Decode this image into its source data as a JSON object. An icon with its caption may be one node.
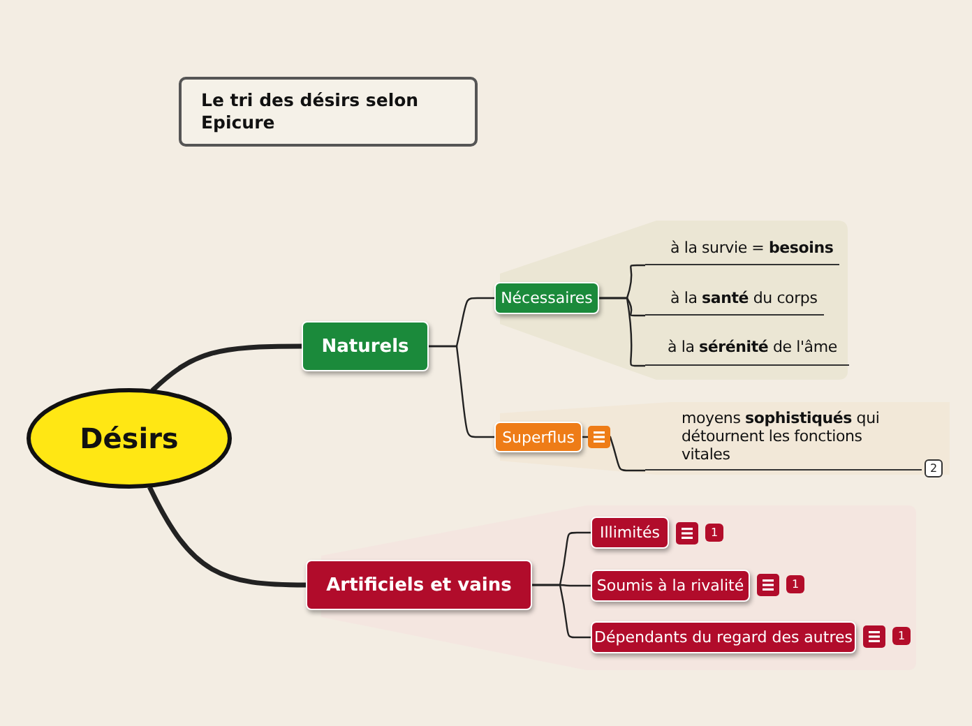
{
  "diagram": {
    "nodes": [
      {
        "text": [
          "Le tri des désirs selon Epicure"
        ]
      },
      {
        "text": [
          "Désirs"
        ]
      },
      {
        "text": [
          "Naturels"
        ]
      },
      {
        "text": [
          "Nécessaires"
        ]
      },
      {
        "text": [
          "à la survie = **besoins**"
        ]
      },
      {
        "text": [
          "à la **santé** du corps"
        ]
      },
      {
        "text": [
          "à la **sérénité** de l'âme"
        ]
      },
      {
        "text": [
          "Superflus"
        ]
      },
      {
        "text": [
          "moyens **sophistiqués** qui détournent les fonctions vitales"
        ]
      },
      {
        "text": [
          "Artificiels et vains"
        ]
      },
      {
        "text": [
          "Illimités"
        ]
      },
      {
        "text": [
          "Soumis à la rivalité"
        ]
      },
      {
        "text": [
          "Dépendants du regard des autres"
        ]
      }
    ],
    "labels": [
      "2",
      "1",
      "1",
      "1"
    ],
    "edges": [
      {
        "from": 1,
        "to": 2,
        "arrow": "none",
        "style": "thick"
      },
      {
        "from": 1,
        "to": 9,
        "arrow": "none",
        "style": "thick"
      },
      {
        "from": 2,
        "to": 3,
        "arrow": "none"
      },
      {
        "from": 2,
        "to": 7,
        "arrow": "none"
      },
      {
        "from": 3,
        "to": 4,
        "arrow": "none"
      },
      {
        "from": 3,
        "to": 5,
        "arrow": "none"
      },
      {
        "from": 3,
        "to": 6,
        "arrow": "none"
      },
      {
        "from": 7,
        "to": 8,
        "arrow": "none"
      },
      {
        "from": 9,
        "to": 10,
        "arrow": "none"
      },
      {
        "from": 9,
        "to": 11,
        "arrow": "none"
      },
      {
        "from": 9,
        "to": 12,
        "arrow": "none"
      }
    ]
  }
}
